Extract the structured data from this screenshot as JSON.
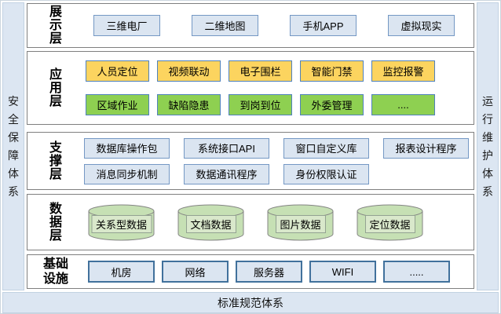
{
  "diagram": {
    "left_bar": "安全保障体系",
    "right_bar": "运行维护体系",
    "bottom_bar": "标准规范体系",
    "layers": {
      "presentation": {
        "label": "展示层",
        "boxes": [
          "三维电厂",
          "二维地图",
          "手机APP",
          "虚拟现实"
        ]
      },
      "application": {
        "label": "应用层",
        "row1": [
          "人员定位",
          "视频联动",
          "电子围栏",
          "智能门禁",
          "监控报警"
        ],
        "row2": [
          "区域作业",
          "缺陷隐患",
          "到岗到位",
          "外委管理",
          "...."
        ]
      },
      "support": {
        "label": "支撑层",
        "row1": [
          "数据库操作包",
          "系统接口API",
          "窗口自定义库",
          "报表设计程序"
        ],
        "row2": [
          "消息同步机制",
          "数据通讯程序",
          "身份权限认证"
        ]
      },
      "data": {
        "label": "数据层",
        "cylinders": [
          "关系型数据",
          "文档数据",
          "图片数据",
          "定位数据"
        ]
      },
      "infrastructure": {
        "label": "基础设施",
        "boxes": [
          "机房",
          "网络",
          "服务器",
          "WIFI",
          "....."
        ]
      }
    },
    "colors": {
      "panel_fill": "#dce6f2",
      "box_blue_fill": "#dbe5f1",
      "box_blue_border": "#7498c4",
      "box_yellow_fill": "#fcd45f",
      "box_green_fill": "#8ed051",
      "box_accent_border": "#4f81bd",
      "infra_border": "#41719c",
      "cylinder_fill": "#c6e0b4",
      "container_border": "#7f7f7f"
    }
  }
}
